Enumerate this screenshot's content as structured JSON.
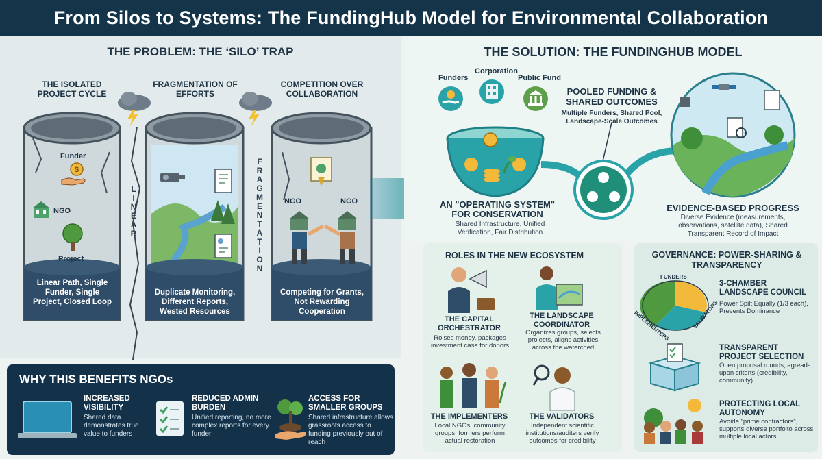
{
  "title": "From Silos to Systems: The FundingHub Model for Environmental Collaboration",
  "problem": {
    "heading": "THE PROBLEM: THE ‘SILO’ TRAP",
    "silos": [
      {
        "label": "THE ISOLATED PROJECT CYCLE",
        "caption": "Linear Path, Single Funder, Single Project, Closed Loop",
        "items": [
          "Funder",
          "NGO",
          "Project"
        ]
      },
      {
        "label": "FRAGMENTATION OF EFFORTS",
        "caption": "Duplicate Monitoring, Different Reports, Wested Resources"
      },
      {
        "label": "COMPETITION OVER COLLABORATION",
        "caption": "Competing for Grants, Not Rewarding Cooperation",
        "items": [
          "NGO",
          "NGO"
        ]
      }
    ],
    "vertical_1": "LINEAR",
    "vertical_2": "FRAGMENTATION"
  },
  "benefits": {
    "heading": "WHY THIS BENEFITS NGOs",
    "items": [
      {
        "title": "INCREASED VISIBILITY",
        "desc": "Shared data demonstrates true value to funders"
      },
      {
        "title": "REDUCED ADMIN BURDEN",
        "desc": "Unified reporting, no more complex reports for every funder"
      },
      {
        "title": "ACCESS FOR SMALLER GROUPS",
        "desc": "Shared infrastructure allows grassroots access to funding previously out of reach"
      }
    ]
  },
  "solution": {
    "heading": "THE SOLUTION: THE FUNDINGHUB MODEL",
    "funders": [
      "Funders",
      "Corporation",
      "Public Fund"
    ],
    "pooled": {
      "title": "POOLED FUNDING & SHARED OUTCOMES",
      "desc": "Multiple Funders, Shared Pool, Landscape-Scale Outcomes"
    },
    "os": {
      "title": "AN \"OPERATING SYSTEM\" FOR CONSERVATION",
      "desc": "Shared Infrastructure, Unified Verification, Fair Distribution"
    },
    "evidence": {
      "title": "EVIDENCE-BASED PROGRESS",
      "desc": "Diverse Evidence (measurements, observations, satellite data), Shared Transparent Record of Impact"
    }
  },
  "roles": {
    "heading": "ROLES IN THE NEW ECOSYSTEM",
    "items": [
      {
        "title": "THE CAPITAL ORCHESTRATOR",
        "desc": "Roises money, packages investment case for donors"
      },
      {
        "title": "THE LANDSCAPE COORDINATOR",
        "desc": "Organizes groups, selects projects, aligns activities across the waterched"
      },
      {
        "title": "THE IMPLEMENTERS",
        "desc": "Local NGOs, community groups, formers perform actual restoration"
      },
      {
        "title": "THE VALIDATORS",
        "desc": "Independent scientific institutions/auditers verify outcomes for credibility"
      }
    ]
  },
  "governance": {
    "heading": "GOVERNANCE: POWER-SHARING & TRANSPARENCY",
    "pie_labels": [
      "FUNDERS",
      "IMPLEMENTERS",
      "VALIDATORS"
    ],
    "items": [
      {
        "title": "3-CHAMBER LANDSCAPE COUNCIL",
        "desc": "Power Spilt Equally (1/3 each), Prevents Dominance"
      },
      {
        "title": "TRANSPARENT PROJECT SELECTION",
        "desc": "Open proposal rounds, agread-upon criterts (credibility, community)"
      },
      {
        "title": "PROTECTING LOCAL AUTONOMY",
        "desc": "Avoide \"prime contractors\", supports diverse portfolto across multiple local actors"
      }
    ]
  }
}
